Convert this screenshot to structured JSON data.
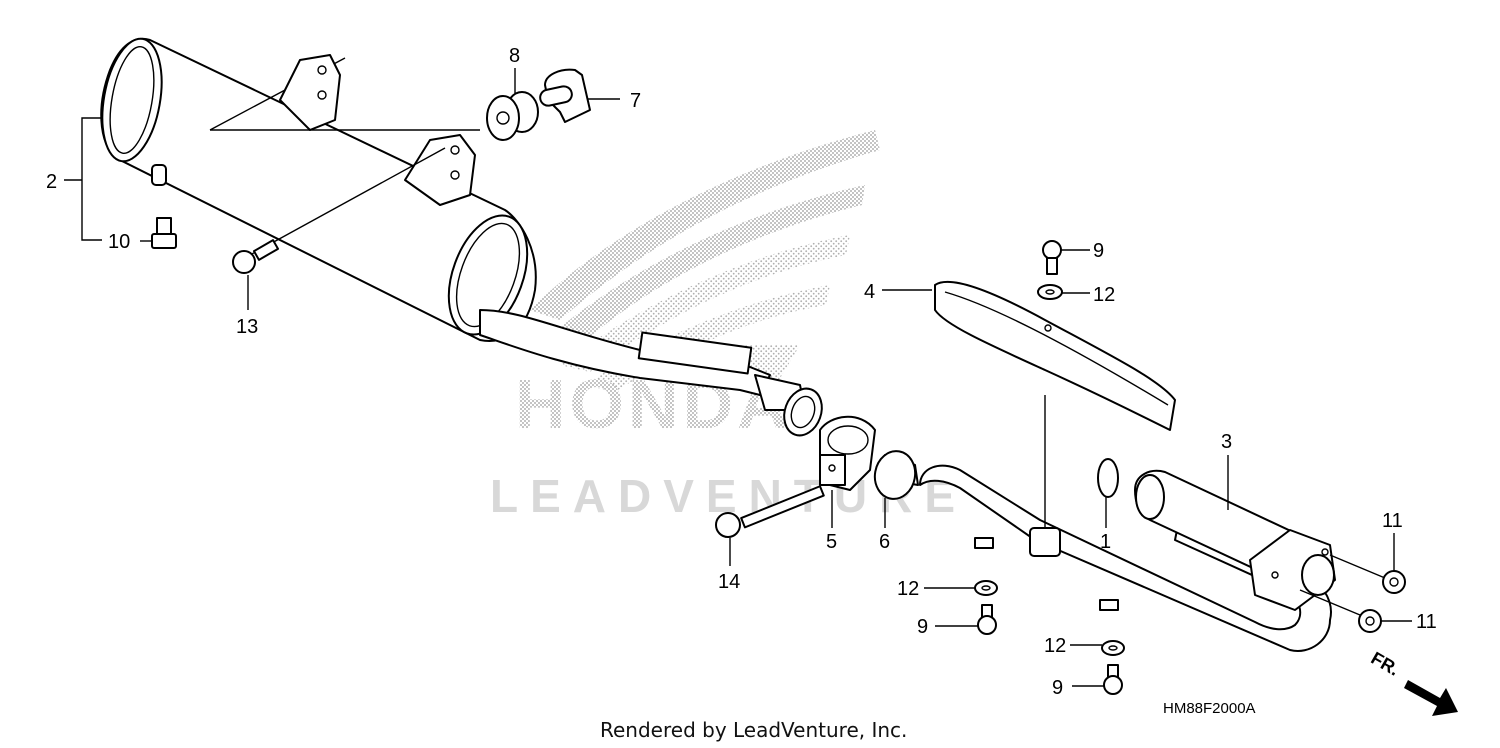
{
  "diagram": {
    "drawing_code": "HM88F2000A",
    "footer": "Rendered by LeadVenture, Inc.",
    "watermark_word": "LEADVENTURE",
    "brand_word": "HONDA",
    "direction_label": "FR.",
    "callouts": {
      "c1": "1",
      "c2": "2",
      "c3": "3",
      "c4": "4",
      "c5": "5",
      "c6": "6",
      "c7": "7",
      "c8": "8",
      "c9a": "9",
      "c9b": "9",
      "c9c": "9",
      "c10": "10",
      "c11a": "11",
      "c11b": "11",
      "c12a": "12",
      "c12b": "12",
      "c12c": "12",
      "c13": "13",
      "c14": "14"
    }
  }
}
